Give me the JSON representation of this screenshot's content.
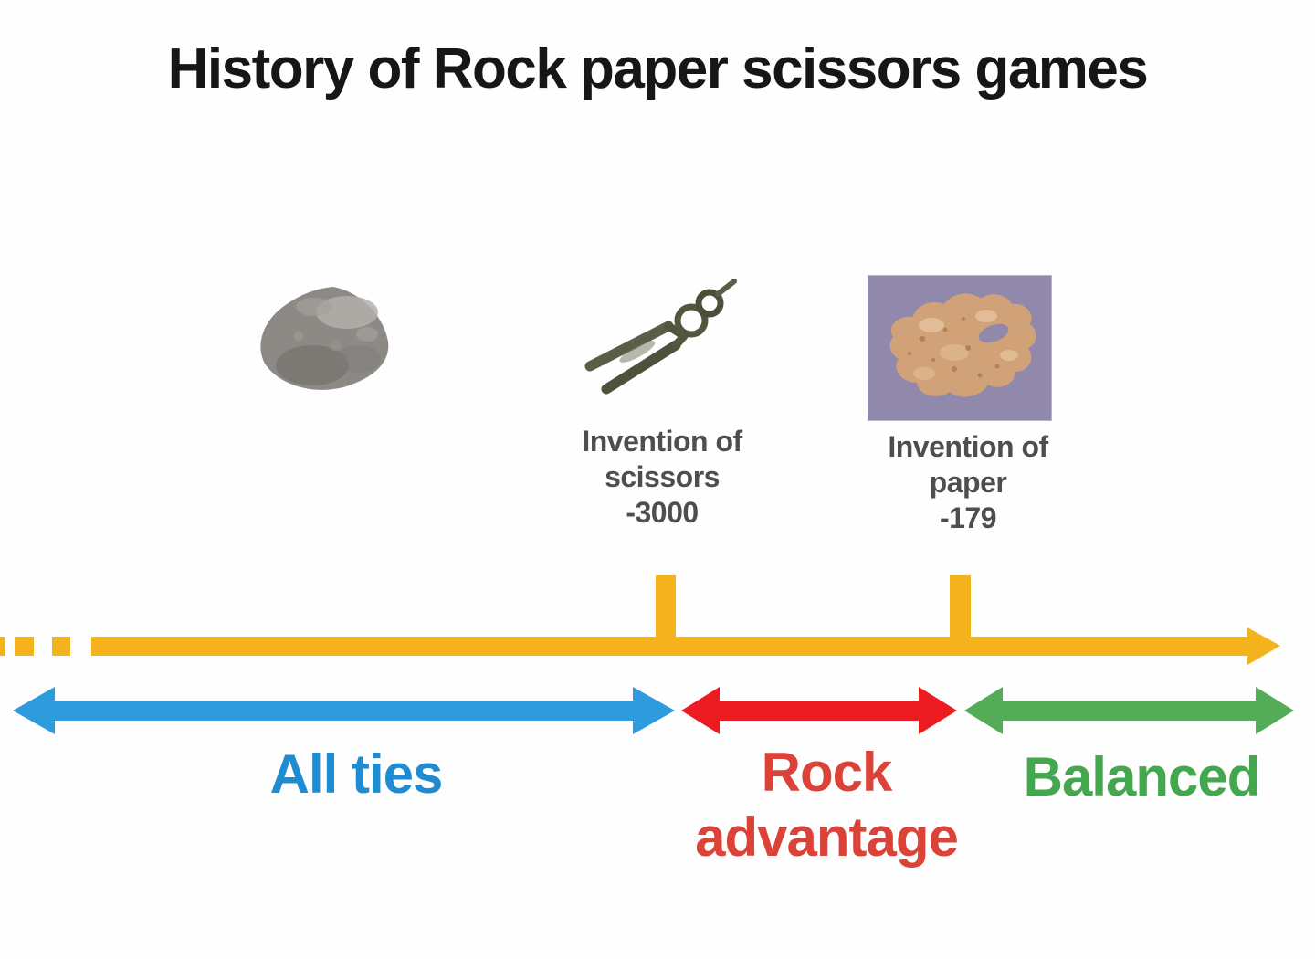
{
  "title": "History of Rock paper scissors games",
  "colors": {
    "timeline": "#F4B21D",
    "caption": "#4E4E50"
  },
  "artifacts": {
    "rock": {
      "icon": "rock-image"
    },
    "scissors": {
      "icon": "ancient-scissors-image",
      "caption": [
        "Invention of",
        "scissors"
      ],
      "year": "-3000"
    },
    "paper": {
      "icon": "ancient-paper-image",
      "caption": [
        "Invention of",
        "paper"
      ],
      "year": "-179"
    }
  },
  "eras": [
    {
      "label": "All ties",
      "arrow_color": "#2E9BDF",
      "text_color": "#1F8BD1"
    },
    {
      "label": "Rock advantage",
      "arrow_color": "#EC1B21",
      "text_color": "#DB4238"
    },
    {
      "label": "Balanced",
      "arrow_color": "#54AC58",
      "text_color": "#43A74D"
    }
  ]
}
